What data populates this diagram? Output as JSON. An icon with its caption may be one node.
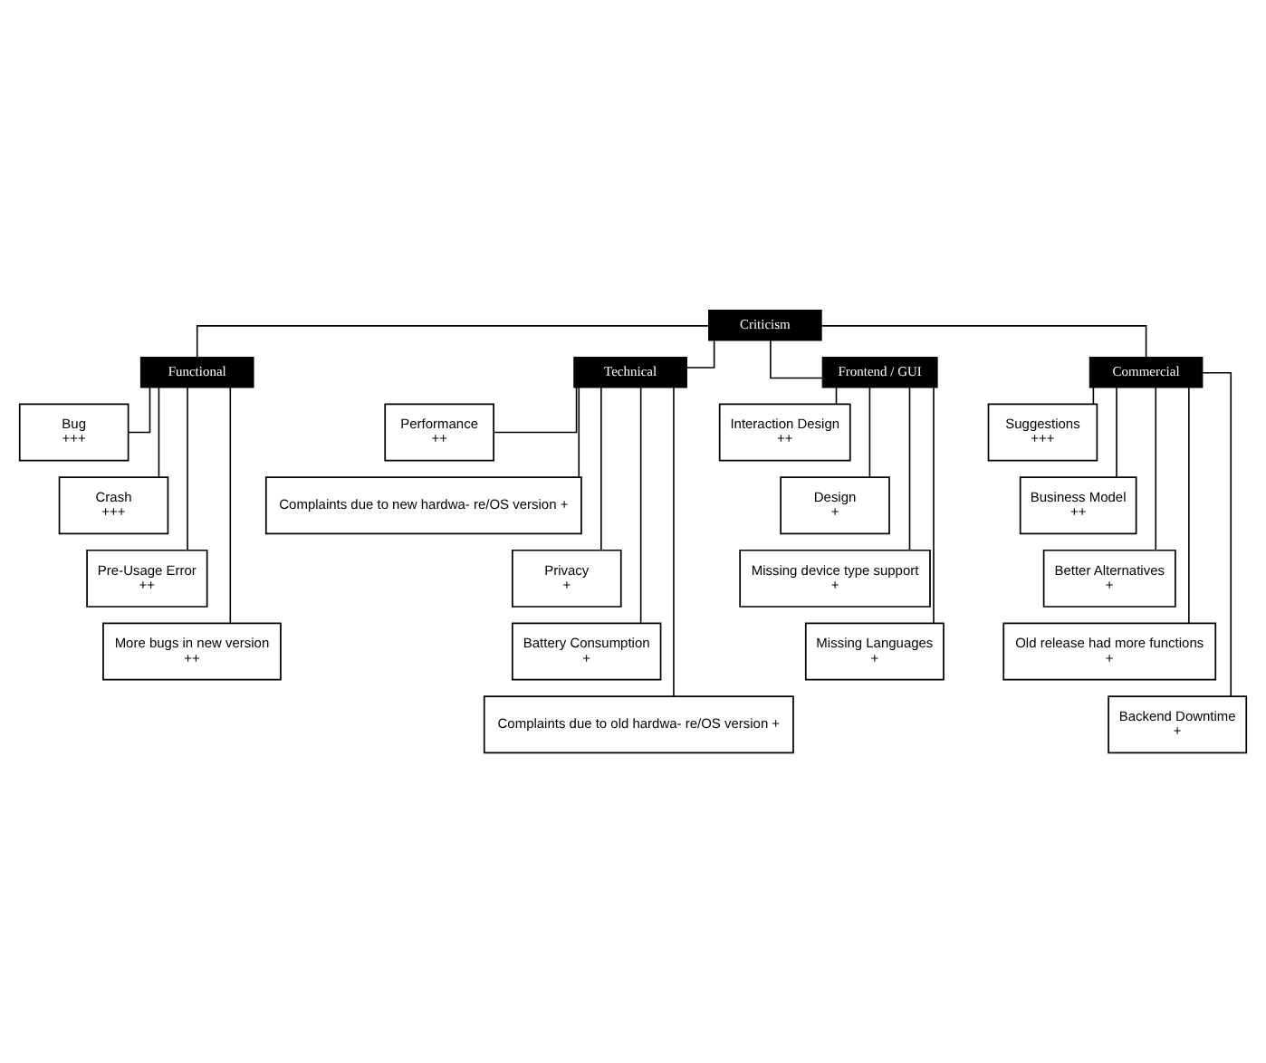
{
  "diagram": {
    "nodes": [
      {
        "text": [
          "Criticism"
        ]
      },
      {
        "text": [
          "Functional"
        ]
      },
      {
        "text": [
          "Technical"
        ]
      },
      {
        "text": [
          "Frontend / GUI"
        ]
      },
      {
        "text": [
          "Commercial"
        ]
      },
      {
        "text": [
          "Bug",
          "+++"
        ]
      },
      {
        "text": [
          "Crash",
          "+++"
        ]
      },
      {
        "text": [
          "Pre-Usage Error",
          "++"
        ]
      },
      {
        "text": [
          "More bugs in new version",
          "++"
        ]
      },
      {
        "text": [
          "Performance",
          "++"
        ]
      },
      {
        "text": [
          "Complaints due to new hardwa- re/OS version +"
        ]
      },
      {
        "text": [
          "Privacy",
          "+"
        ]
      },
      {
        "text": [
          "Battery Consumption",
          "+"
        ]
      },
      {
        "text": [
          "Complaints due to old hardwa- re/OS version +"
        ]
      },
      {
        "text": [
          "Interaction Design",
          "++"
        ]
      },
      {
        "text": [
          "Design",
          "+"
        ]
      },
      {
        "text": [
          "Missing device type support",
          "+"
        ]
      },
      {
        "text": [
          "Missing Languages",
          "+"
        ]
      },
      {
        "text": [
          "Suggestions",
          "+++"
        ]
      },
      {
        "text": [
          "Business Model",
          "++"
        ]
      },
      {
        "text": [
          "Better Alternatives",
          "+"
        ]
      },
      {
        "text": [
          "Old release had more functions",
          "+"
        ]
      },
      {
        "text": [
          "Backend Downtime",
          "+"
        ]
      }
    ],
    "edges": [
      {
        "from": 0,
        "to": 1,
        "arrow": "none"
      },
      {
        "from": 0,
        "to": 2,
        "arrow": "none"
      },
      {
        "from": 0,
        "to": 3,
        "arrow": "none"
      },
      {
        "from": 0,
        "to": 4,
        "arrow": "none"
      },
      {
        "from": 1,
        "to": 5,
        "arrow": "none"
      },
      {
        "from": 1,
        "to": 6,
        "arrow": "none"
      },
      {
        "from": 1,
        "to": 7,
        "arrow": "none"
      },
      {
        "from": 1,
        "to": 8,
        "arrow": "none"
      },
      {
        "from": 2,
        "to": 9,
        "arrow": "none"
      },
      {
        "from": 2,
        "to": 10,
        "arrow": "none"
      },
      {
        "from": 2,
        "to": 11,
        "arrow": "none"
      },
      {
        "from": 2,
        "to": 12,
        "arrow": "none"
      },
      {
        "from": 2,
        "to": 13,
        "arrow": "none"
      },
      {
        "from": 3,
        "to": 14,
        "arrow": "none"
      },
      {
        "from": 3,
        "to": 15,
        "arrow": "none"
      },
      {
        "from": 3,
        "to": 16,
        "arrow": "none"
      },
      {
        "from": 3,
        "to": 17,
        "arrow": "none"
      },
      {
        "from": 4,
        "to": 18,
        "arrow": "none"
      },
      {
        "from": 4,
        "to": 19,
        "arrow": "none"
      },
      {
        "from": 4,
        "to": 20,
        "arrow": "none"
      },
      {
        "from": 4,
        "to": 21,
        "arrow": "none"
      },
      {
        "from": 4,
        "to": 22,
        "arrow": "none"
      }
    ]
  }
}
